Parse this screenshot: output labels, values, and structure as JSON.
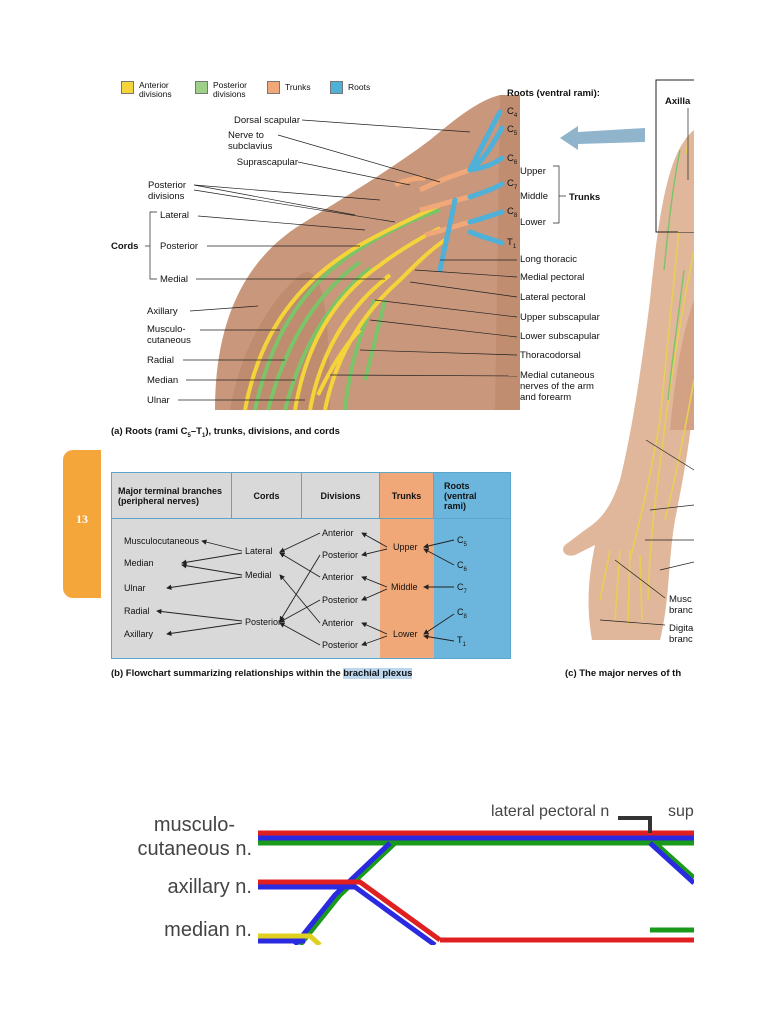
{
  "page_tab": {
    "number": "13",
    "color": "#f5a63a"
  },
  "legend": [
    {
      "label": "Anterior divisions",
      "color": "#f5d33a"
    },
    {
      "label": "Posterior divisions",
      "color": "#9fd08a"
    },
    {
      "label": "Trunks",
      "color": "#f0a878"
    },
    {
      "label": "Roots",
      "color": "#4fb0d8"
    }
  ],
  "figure_a": {
    "roots_heading": "Roots (ventral rami):",
    "left_labels": [
      "Dorsal scapular",
      "Nerve to subclavius",
      "Suprascapular",
      "Posterior divisions",
      "Lateral",
      "Cords",
      "Posterior",
      "Medial",
      "Axillary",
      "Musculo-cutaneous",
      "Radial",
      "Median",
      "Ulnar"
    ],
    "root_labels": [
      "C4",
      "C5",
      "C6",
      "C7",
      "C8",
      "T1"
    ],
    "trunk_labels": [
      "Upper",
      "Middle",
      "Lower"
    ],
    "trunks_label": "Trunks",
    "right_labels": [
      "Long thoracic",
      "Medial pectoral",
      "Lateral pectoral",
      "Upper subscapular",
      "Lower subscapular",
      "Thoracodorsal",
      "Medial cutaneous nerves of the arm and forearm"
    ],
    "caption": "(a) Roots (rami C5–T1), trunks, divisions, and cords"
  },
  "figure_b": {
    "headers": [
      "Major terminal branches (peripheral nerves)",
      "Cords",
      "Divisions",
      "Trunks",
      "Roots (ventral rami)"
    ],
    "branches": [
      "Musculocutaneous",
      "Median",
      "Ulnar",
      "Radial",
      "Axillary"
    ],
    "cords": [
      "Lateral",
      "Medial",
      "Posterior"
    ],
    "divisions": [
      "Anterior",
      "Posterior",
      "Anterior",
      "Posterior",
      "Anterior",
      "Posterior"
    ],
    "trunks": [
      "Upper",
      "Middle",
      "Lower"
    ],
    "roots": [
      "C5",
      "C6",
      "C7",
      "C8",
      "T1"
    ],
    "caption_prefix": "(b) Flowchart summarizing relationships within the",
    "caption_highlight": "brachial plexus",
    "colors": {
      "gray": "#d9d9d9",
      "trunk": "#f0a878",
      "root": "#6cb6dd",
      "border": "#5aa6cc"
    }
  },
  "figure_c": {
    "inset_label": "Axilla",
    "right_labels": [
      "Musc",
      "branc",
      "Digita",
      "branc"
    ],
    "caption": "(c) The major nerves of th"
  },
  "lower_diagram": {
    "labels": [
      "musculo-",
      "cutaneous n.",
      "axillary n.",
      "median n."
    ],
    "top_labels": [
      "lateral pectoral n",
      "sup"
    ]
  }
}
